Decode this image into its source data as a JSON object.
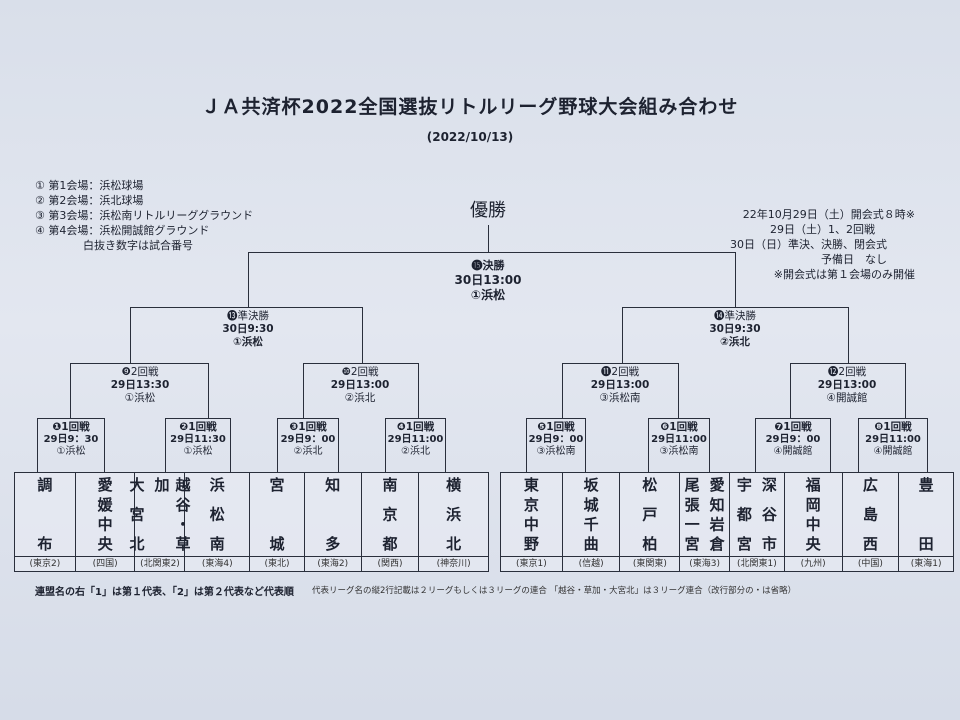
{
  "title": "ＪＡ共済杯2022全国選抜リトルリーグ野球大会組み合わせ",
  "date": "(2022/10/13)",
  "venues": [
    "① 第1会場：浜松球場",
    "② 第2会場：浜北球場",
    "③ 第3会場：浜松南リトルリーググラウンド",
    "④ 第4会場：浜松開誠館グラウンド"
  ],
  "venues_note": "白抜き数字は試合番号",
  "schedule": [
    "22年10月29日（土）開会式８時※",
    "29日（土）1、2回戦",
    "30日（日）準決、決勝、閉会式",
    "予備日　なし",
    "※開会式は第１会場のみ開催"
  ],
  "champion": "優勝",
  "final": {
    "title": "⓯決勝",
    "time": "30日13:00",
    "venue": "①浜松"
  },
  "semis": [
    {
      "title": "⓭準決勝",
      "time": "30日9:30",
      "venue": "①浜松"
    },
    {
      "title": "⓮準決勝",
      "time": "30日9:30",
      "venue": "②浜北"
    }
  ],
  "round2": [
    {
      "title": "❾2回戦",
      "time": "29日13:30",
      "venue": "①浜松"
    },
    {
      "title": "❿2回戦",
      "time": "29日13:00",
      "venue": "②浜北"
    },
    {
      "title": "⓫2回戦",
      "time": "29日13:00",
      "venue": "③浜松南"
    },
    {
      "title": "⓬2回戦",
      "time": "29日13:00",
      "venue": "④開誠館"
    }
  ],
  "round1": [
    {
      "title": "❶1回戦",
      "time": "29日9：30",
      "venue": "①浜松"
    },
    {
      "title": "❷1回戦",
      "time": "29日11:30",
      "venue": "①浜松"
    },
    {
      "title": "❸1回戦",
      "time": "29日9：00",
      "venue": "②浜北"
    },
    {
      "title": "❹1回戦",
      "time": "29日11:00",
      "venue": "②浜北"
    },
    {
      "title": "❺1回戦",
      "time": "29日9：00",
      "venue": "③浜松南"
    },
    {
      "title": "❻1回戦",
      "time": "29日11:00",
      "venue": "③浜松南"
    },
    {
      "title": "❼1回戦",
      "time": "29日9：00",
      "venue": "④開誠館"
    },
    {
      "title": "❽1回戦",
      "time": "29日11:00",
      "venue": "④開誠館"
    }
  ],
  "teams": [
    {
      "name": "調　　布",
      "league": "(東京2)"
    },
    {
      "name": "愛媛中央",
      "league": "(四国)"
    },
    {
      "name": "越谷・草加",
      "name2": "大宮北",
      "league": "(北関東2)"
    },
    {
      "name": "浜松南",
      "league": "(東海4)"
    },
    {
      "name": "宮　城",
      "league": "(東北)"
    },
    {
      "name": "知　多",
      "league": "(東海2)"
    },
    {
      "name": "南京都",
      "league": "(関西)"
    },
    {
      "name": "横浜北",
      "league": "(神奈川)"
    },
    {
      "name": "東京中野",
      "league": "(東京1)"
    },
    {
      "name": "坂城千曲",
      "league": "(信越)"
    },
    {
      "name": "松戸柏",
      "league": "(東関東)"
    },
    {
      "name": "愛知岩倉",
      "name2": "尾張一宮",
      "league": "(東海3)"
    },
    {
      "name": "深谷市",
      "name2": "宇都宮",
      "league": "(北関東1)"
    },
    {
      "name": "福岡中央",
      "league": "(九州)"
    },
    {
      "name": "広島西",
      "league": "(中国)"
    },
    {
      "name": "豊　　田",
      "league": "(東海1)"
    }
  ],
  "footnote": "連盟名の右「1」は第１代表、「2」は第２代表など代表順",
  "footnote2": "代表リーグ名の縦2行記載は２リーグもしくは３リーグの連合 「越谷・草加・大宮北」は３リーグ連合（改行部分の・は省略）"
}
